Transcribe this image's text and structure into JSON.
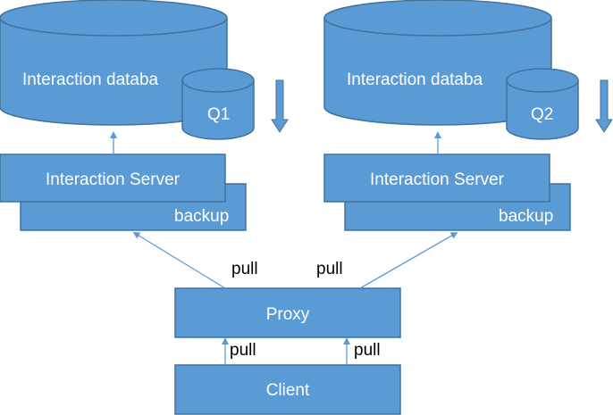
{
  "colors": {
    "fill": "#5b9bd5",
    "stroke": "#41719c",
    "arrow": "#5b9bd5",
    "text_light": "#ffffff",
    "text_dark": "#000000"
  },
  "left": {
    "db_label": "Interaction databa",
    "queue_label": "Q1",
    "server_label": "Interaction Server",
    "backup_label": "backup"
  },
  "right": {
    "db_label": "Interaction databa",
    "queue_label": "Q2",
    "server_label": "Interaction Server",
    "backup_label": "backup"
  },
  "proxy_label": "Proxy",
  "client_label": "Client",
  "edges": {
    "proxy_to_left_server": "pull",
    "proxy_to_right_server": "pull",
    "client_to_proxy_left": "pull",
    "client_to_proxy_right": "pull"
  }
}
